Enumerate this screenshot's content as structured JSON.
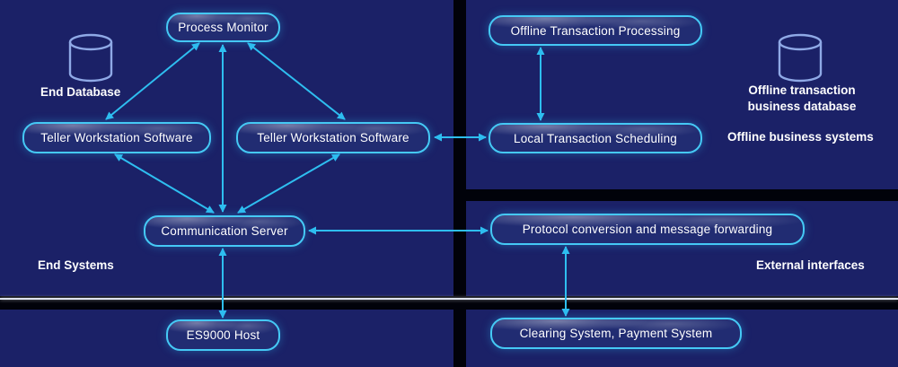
{
  "colors": {
    "panel_bg": "#1b2167",
    "node_border": "#45c9f5",
    "arrow": "#2ebef0",
    "db_outline": "#8fa9e6",
    "text": "#ffffff"
  },
  "panels": {
    "end_systems": {
      "label": "End Systems",
      "nodes": {
        "process_monitor": "Process Monitor",
        "end_database": "End Database",
        "teller_left": "Teller Workstation Software",
        "teller_right": "Teller Workstation Software",
        "communication_server": "Communication Server"
      }
    },
    "offline_business": {
      "label": "Offline business systems",
      "nodes": {
        "offline_transaction_processing": "Offline Transaction Processing",
        "local_transaction_scheduling": "Local Transaction Scheduling",
        "offline_db_line1": "Offline transaction",
        "offline_db_line2": "business database"
      }
    },
    "external_interfaces": {
      "label": "External interfaces",
      "nodes": {
        "protocol_conversion": "Protocol conversion and message forwarding"
      }
    },
    "host": {
      "nodes": {
        "es9000_host": "ES9000 Host"
      }
    },
    "clearing": {
      "nodes": {
        "clearing_payment": "Clearing System, Payment System"
      }
    }
  },
  "connections": [
    {
      "from": "process_monitor",
      "to": "teller_left",
      "type": "bidirectional"
    },
    {
      "from": "process_monitor",
      "to": "teller_right",
      "type": "bidirectional"
    },
    {
      "from": "process_monitor",
      "to": "communication_server",
      "type": "bidirectional"
    },
    {
      "from": "teller_left",
      "to": "communication_server",
      "type": "bidirectional"
    },
    {
      "from": "teller_right",
      "to": "communication_server",
      "type": "bidirectional"
    },
    {
      "from": "teller_right",
      "to": "local_transaction_scheduling",
      "type": "bidirectional"
    },
    {
      "from": "offline_transaction_processing",
      "to": "local_transaction_scheduling",
      "type": "bidirectional"
    },
    {
      "from": "communication_server",
      "to": "protocol_conversion",
      "type": "bidirectional"
    },
    {
      "from": "communication_server",
      "to": "es9000_host",
      "type": "bidirectional"
    },
    {
      "from": "protocol_conversion",
      "to": "clearing_payment",
      "type": "bidirectional"
    }
  ]
}
